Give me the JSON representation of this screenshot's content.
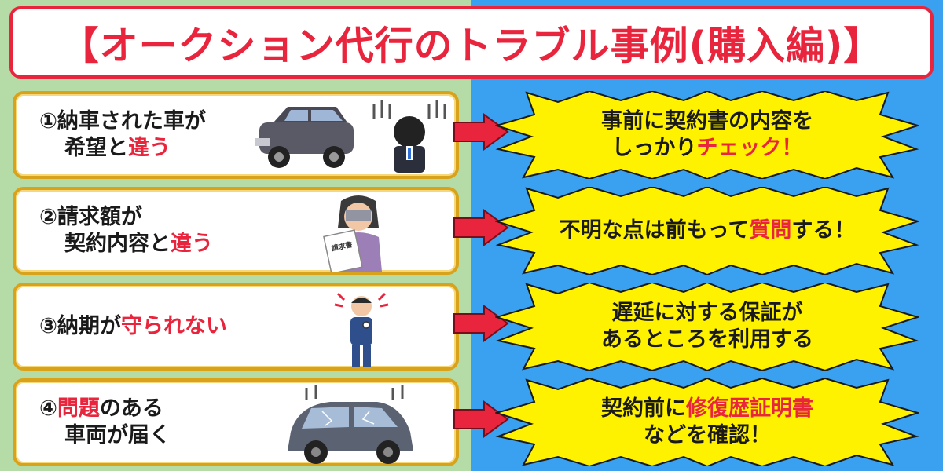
{
  "title": "【オークション代行のトラブル事例(購入編)】",
  "colors": {
    "accent_red": "#e8253c",
    "card_border": "#d9a21b",
    "bg_left": "#b5dca6",
    "bg_right": "#3aa0f0",
    "burst_fill": "#fff200"
  },
  "rows": [
    {
      "problem": {
        "line1": "①納車された車が",
        "line2_a": "希望と",
        "line2_red": "違う"
      },
      "illustration": "suv-car-and-disappointed-man-icon",
      "solution": {
        "line1": "事前に契約書の内容を",
        "line2_a": "しっかり",
        "line2_red": "チェック！"
      }
    },
    {
      "problem": {
        "line1": "②請求額が",
        "line2_a": "契約内容と",
        "line2_red": "違う"
      },
      "illustration": "woman-reading-invoice-icon",
      "invoice_label": "請求書",
      "solution": {
        "line_a": "不明な点は前もって",
        "line_red": "質問",
        "line_b": "する！"
      }
    },
    {
      "problem": {
        "line_a": "③納期が",
        "line_red": "守られない"
      },
      "illustration": "impatient-man-checking-watch-icon",
      "solution": {
        "line1": "遅延に対する保証が",
        "line2": "あるところを利用する"
      }
    },
    {
      "problem": {
        "line1_num": "④",
        "line1_red": "問題",
        "line1_b": "のある",
        "line2": "車両が届く"
      },
      "illustration": "broken-car-icon",
      "solution": {
        "line1_a": "契約前に",
        "line1_red": "修復歴証明書",
        "line2": "などを確認！"
      }
    }
  ]
}
